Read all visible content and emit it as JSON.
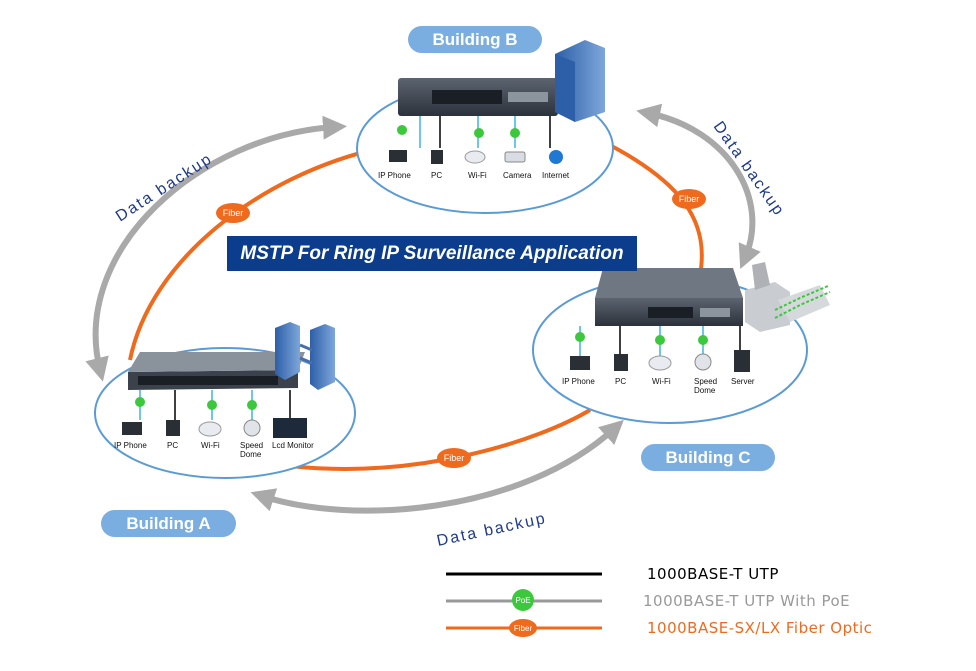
{
  "title": "MSTP For Ring IP Surveillance Application",
  "buildings": {
    "a": {
      "label": "Building A",
      "devices": [
        "IP Phone",
        "PC",
        "Wi-Fi",
        "Speed\nDome",
        "Lcd Monitor"
      ]
    },
    "b": {
      "label": "Building B",
      "devices": [
        "IP Phone",
        "PC",
        "Wi-Fi",
        "Camera",
        "Internet"
      ]
    },
    "c": {
      "label": "Building C",
      "devices": [
        "IP Phone",
        "PC",
        "Wi-Fi",
        "Speed\nDome",
        "Server"
      ]
    }
  },
  "links": {
    "fiber_label": "Fiber",
    "poe_label": "PoE",
    "backup_label": "Data backup"
  },
  "legend": [
    {
      "label": "1000BASE-T  UTP",
      "color": "#000000",
      "badge": ""
    },
    {
      "label": "1000BASE-T  UTP With PoE",
      "color": "#999999",
      "badge": "PoE"
    },
    {
      "label": "1000BASE-SX/LX  Fiber Optic",
      "color": "#f06a1e",
      "badge": "Fiber"
    }
  ],
  "colors": {
    "fiber": "#f06a1e",
    "backup_arrow": "#a9a9a9",
    "poe_badge": "#3cc83c",
    "cell_ellipse": "#5b9bd5",
    "label_pill": "#7aaee0",
    "banner": "#0b3d8c",
    "backup_text": "#1f3a8a"
  }
}
